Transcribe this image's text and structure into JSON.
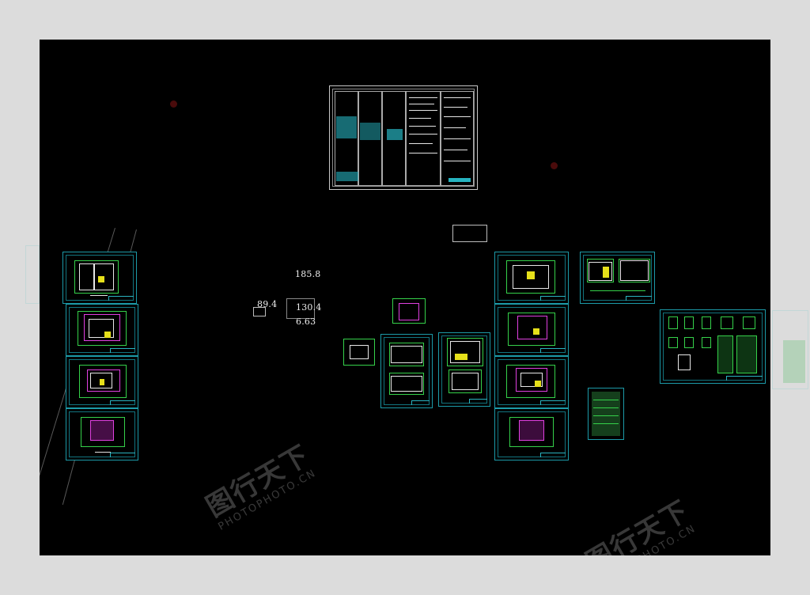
{
  "canvas": {
    "background_color": "#000000",
    "frame_color": "#dcdcdc",
    "sheet_border_color": "#1c9aa8"
  },
  "dimensions": {
    "d1": "185.8",
    "d2": "89.4",
    "d3": "130.4",
    "d4": "6.63"
  },
  "watermarks": [
    {
      "cn": "图行天下",
      "en": "PHOTOPHOTO.CN"
    },
    {
      "cn": "图行天下",
      "en": "PHOTOPHOTO.CN"
    }
  ],
  "colors": {
    "wall": "#e7e7e7",
    "pink": "#e040e0",
    "green": "#35d14a",
    "yellow": "#e6e01a",
    "cyan": "#26b3c0"
  }
}
